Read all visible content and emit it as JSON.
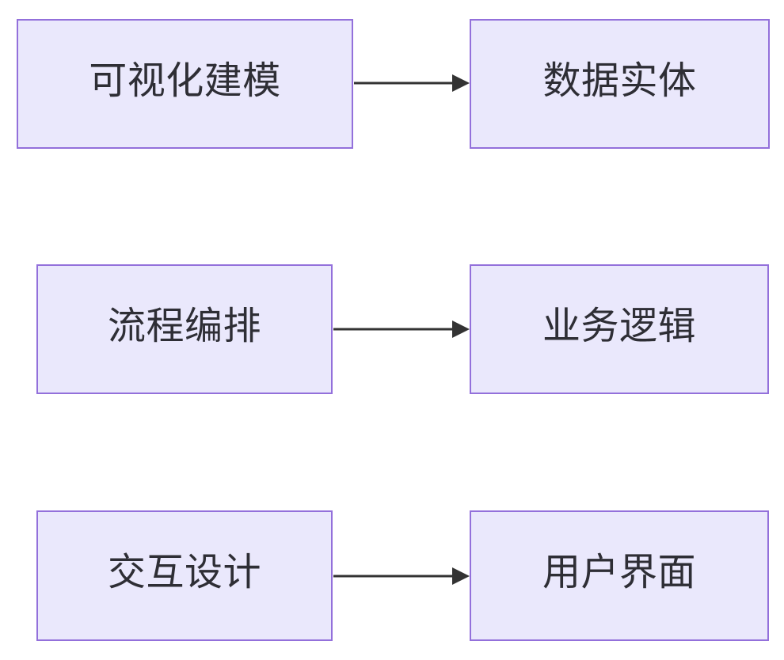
{
  "diagram": {
    "title": "",
    "background_color": "#ffffff",
    "node_fill_color": "#EAE8FC",
    "node_border_color": "#9370DB",
    "node_text_color": "#2E2E35",
    "edge_color": "#333333",
    "type": "flowchart",
    "direction": "left-to-right pairs",
    "nodes": [
      {
        "id": "r1c1",
        "label": "可视化建模",
        "row": 1,
        "column": 1
      },
      {
        "id": "r1c2",
        "label": "数据实体",
        "row": 1,
        "column": 2
      },
      {
        "id": "r2c1",
        "label": "流程编排",
        "row": 2,
        "column": 1
      },
      {
        "id": "r2c2",
        "label": "业务逻辑",
        "row": 2,
        "column": 2
      },
      {
        "id": "r3c1",
        "label": "交互设计",
        "row": 3,
        "column": 1
      },
      {
        "id": "r3c2",
        "label": "用户界面",
        "row": 3,
        "column": 2
      }
    ],
    "edges": [
      {
        "id": "e1",
        "from": "r1c1",
        "to": "r1c2",
        "label": "",
        "arrow": "single"
      },
      {
        "id": "e2",
        "from": "r2c1",
        "to": "r2c2",
        "label": "",
        "arrow": "single"
      },
      {
        "id": "e3",
        "from": "r3c1",
        "to": "r3c2",
        "label": "",
        "arrow": "single"
      }
    ]
  }
}
